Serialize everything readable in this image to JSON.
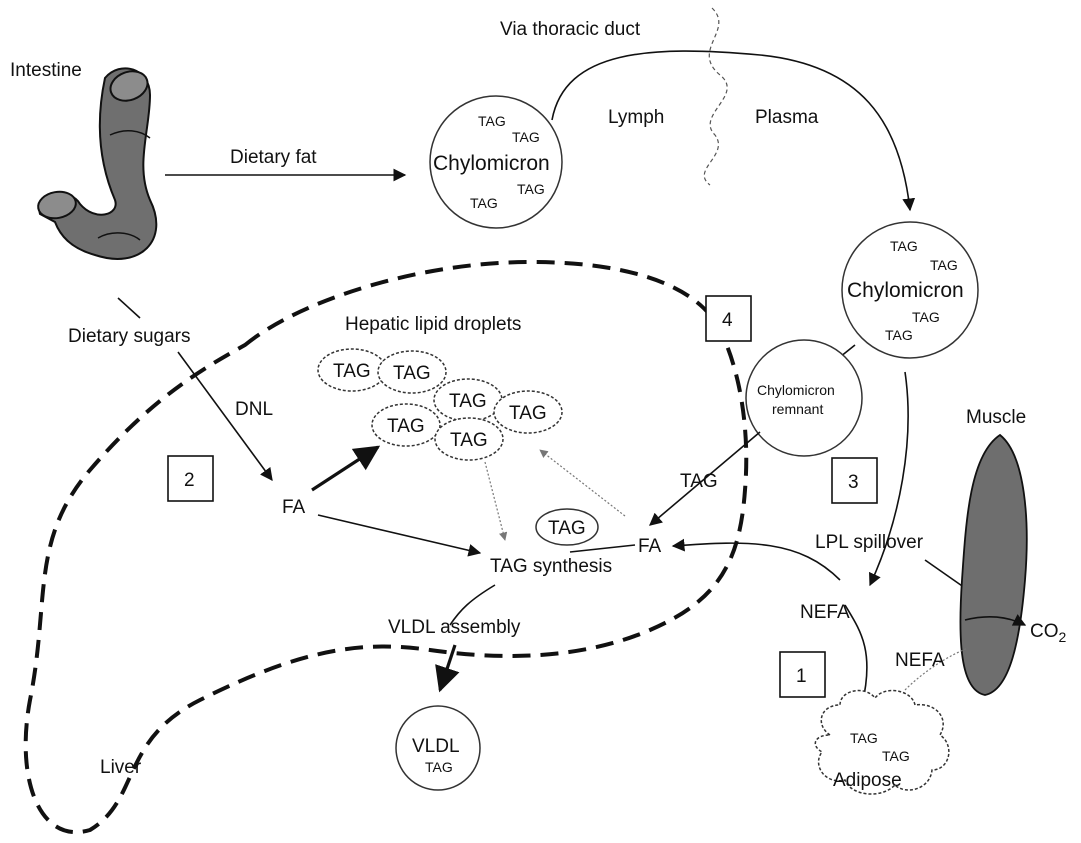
{
  "labels": {
    "intestine": "Intestine",
    "dietary_fat": "Dietary fat",
    "via_thoracic_duct": "Via thoracic duct",
    "lymph": "Lymph",
    "plasma": "Plasma",
    "chylomicron": "Chylomicron",
    "tag": "TAG",
    "dietary_sugars": "Dietary sugars",
    "hepatic_lipid_droplets": "Hepatic lipid droplets",
    "dnl": "DNL",
    "fa": "FA",
    "tag_synthesis": "TAG synthesis",
    "vldl_assembly": "VLDL assembly",
    "vldl": "VLDL",
    "liver": "Liver",
    "chylomicron_remnant_1": "Chylomicron",
    "chylomicron_remnant_2": "remnant",
    "muscle": "Muscle",
    "lpl_spillover": "LPL spillover",
    "nefa": "NEFA",
    "co2_main": "CO",
    "co2_sub": "2",
    "adipose": "Adipose"
  },
  "boxes": {
    "one": "1",
    "two": "2",
    "three": "3",
    "four": "4"
  }
}
